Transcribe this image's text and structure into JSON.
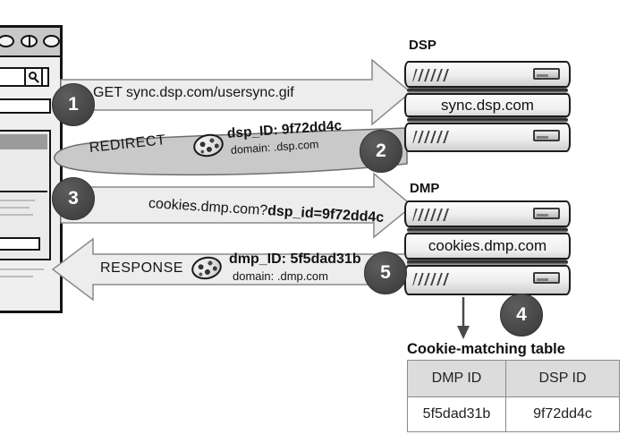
{
  "steps": {
    "s1": "1",
    "s2": "2",
    "s3": "3",
    "s4": "4",
    "s5": "5"
  },
  "arrows": {
    "get": {
      "text": "GET sync.dsp.com/usersync.gif"
    },
    "redirect": {
      "text": "REDIRECT",
      "cookie": {
        "id": "dsp_ID: 9f72dd4c",
        "domain": "domain: .dsp.com"
      }
    },
    "match_request": {
      "text_regular": "cookies.dmp.com?",
      "text_bold": "dsp_id=9f72dd4c"
    },
    "response": {
      "text": "RESPONSE",
      "cookie": {
        "id": "dmp_ID: 5f5dad31b",
        "domain": "domain: .dmp.com"
      }
    }
  },
  "servers": {
    "dsp": {
      "label": "DSP",
      "host": "sync.dsp.com"
    },
    "dmp": {
      "label": "DMP",
      "host": "cookies.dmp.com"
    }
  },
  "matching_table": {
    "title": "Cookie-matching table",
    "headers": [
      "DMP ID",
      "DSP ID"
    ],
    "rows": [
      [
        "5f5dad31b",
        "9f72dd4c"
      ]
    ]
  },
  "icons": {
    "search_icon": "magnifier",
    "cookie_icon": "cookie-with-chips",
    "down_arrow_icon": "downward-arrow"
  },
  "colors": {
    "arrow_light_fill": "#ededed",
    "arrow_stroke": "#8a8a8a",
    "redirect_band_fill": "#c9c9c9",
    "step_circle": "#474747",
    "table_header_bg": "#dcdcdc",
    "browser_titlebar": "#c8c8c8"
  }
}
